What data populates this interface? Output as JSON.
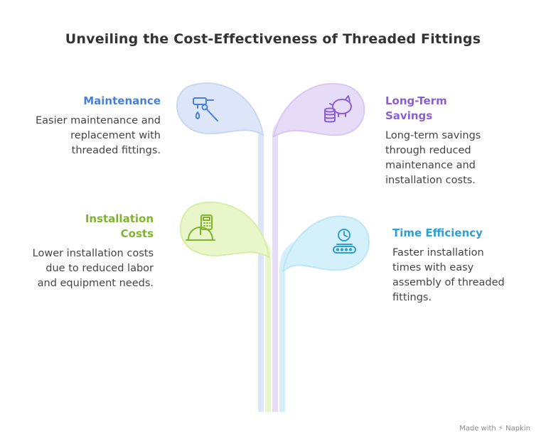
{
  "title": "Unveiling the Cost-Effectiveness of Threaded Fittings",
  "items": [
    {
      "heading": "Maintenance",
      "description": "Easier maintenance and replacement with threaded fittings.",
      "color": "#4a7fd9",
      "leaf_color": "#dde6f8",
      "icon": "faucet-wrench-icon"
    },
    {
      "heading": "Long-Term Savings",
      "description": "Long-term savings through reduced maintenance and installation costs.",
      "color": "#8a5fd6",
      "leaf_color": "#e7dcf8",
      "icon": "piggy-bank-coins-icon"
    },
    {
      "heading": "Installation Costs",
      "description": "Lower installation costs due to reduced labor and equipment needs.",
      "color": "#7fb52e",
      "leaf_color": "#e9f6c9",
      "icon": "hardhat-calculator-icon"
    },
    {
      "heading": "Time Efficiency",
      "description": "Faster installation times with easy assembly of threaded fittings.",
      "color": "#2f9fd0",
      "leaf_color": "#d3f0fb",
      "icon": "clock-conveyor-icon"
    }
  ],
  "footer": "Made with ⚡ Napkin"
}
